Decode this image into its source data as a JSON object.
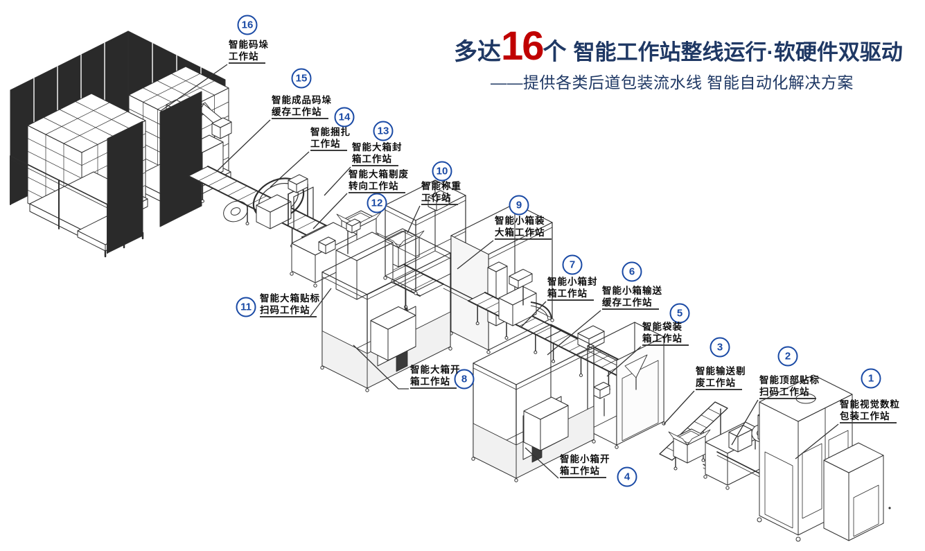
{
  "header": {
    "prefix": "多达",
    "count": "16",
    "unit": "个",
    "title_rest": "智能工作站整线运行·软硬件双驱动",
    "subtitle": "——提供各类后道包装流水线 智能自动化解决方案"
  },
  "colors": {
    "title_blue": "#1f3864",
    "accent_red": "#c00000",
    "badge_blue": "#1a4aa5",
    "label_text": "#0d0d0d",
    "line_art": "#2e2e2e"
  },
  "stations": [
    {
      "num": "1",
      "lines": [
        "智能视觉数粒",
        "包装工作站"
      ]
    },
    {
      "num": "2",
      "lines": [
        "智能顶部贴标",
        "扫码工作站"
      ]
    },
    {
      "num": "3",
      "lines": [
        "智能输送剔",
        "废工作站"
      ]
    },
    {
      "num": "4",
      "lines": [
        "智能小箱开",
        "箱工作站"
      ]
    },
    {
      "num": "5",
      "lines": [
        "智能袋装",
        "箱工作站"
      ]
    },
    {
      "num": "6",
      "lines": [
        "智能小箱输送",
        "缓存工作站"
      ]
    },
    {
      "num": "7",
      "lines": [
        "智能小箱封",
        "箱工作站"
      ]
    },
    {
      "num": "8",
      "lines": [
        "智能大箱开",
        "箱工作站"
      ]
    },
    {
      "num": "9",
      "lines": [
        "智能小箱装",
        "大箱工作站"
      ]
    },
    {
      "num": "10",
      "lines": [
        "智能称重",
        "工作站"
      ]
    },
    {
      "num": "11",
      "lines": [
        "智能大箱贴标",
        "扫码工作站"
      ]
    },
    {
      "num": "12",
      "lines": [
        "智能大箱剔废",
        "转向工作站"
      ]
    },
    {
      "num": "13",
      "lines": [
        "智能大箱封",
        "箱工作站"
      ]
    },
    {
      "num": "14",
      "lines": [
        "智能捆扎",
        "工作站"
      ]
    },
    {
      "num": "15",
      "lines": [
        "智能成品码垛",
        "缓存工作站"
      ]
    },
    {
      "num": "16",
      "lines": [
        "智能码垛",
        "工作站"
      ]
    }
  ]
}
